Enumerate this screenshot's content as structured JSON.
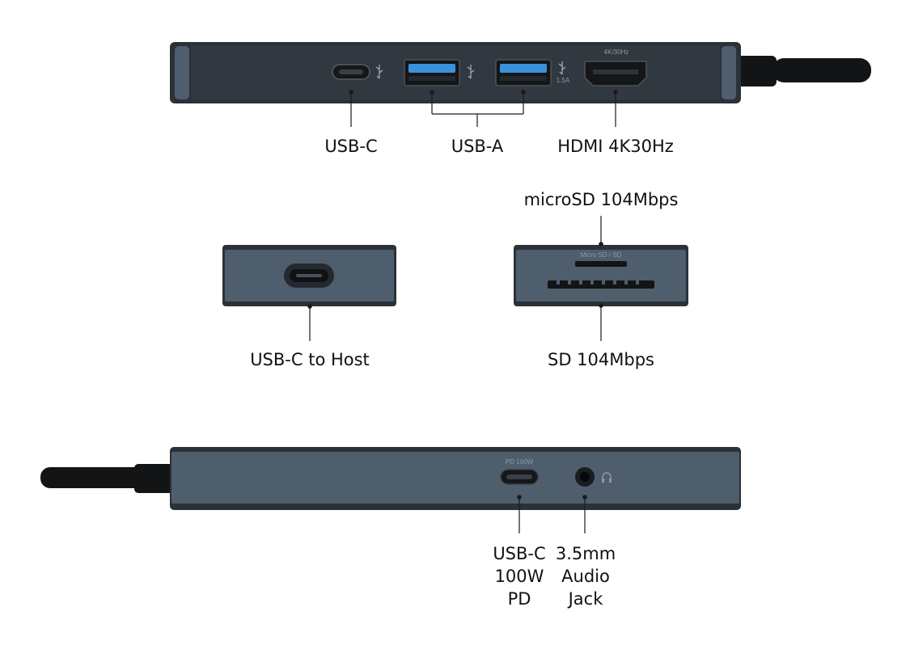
{
  "colors": {
    "body_dark": "#2b3138",
    "body_panel": "#4f5e6d",
    "cable": "#121416",
    "port_blue": "#3b92dc",
    "leader": "#1a1a1a",
    "port_print": "#8d99a6"
  },
  "top_view": {
    "printed": {
      "hdmi_mark": "4K/30Hz",
      "current_mark": "1.5A"
    },
    "icons": [
      "usb-symbol-icon",
      "usb-symbol-icon",
      "usb-symbol-icon"
    ],
    "labels": {
      "usb_c": "USB-C",
      "usb_a": "USB-A",
      "hdmi": "HDMI 4K30Hz"
    }
  },
  "left_end": {
    "label": "USB-C to Host"
  },
  "card_reader_end": {
    "printed": {
      "slot_mark": "Micro SD / SD"
    },
    "labels": {
      "microsd": "microSD 104Mbps",
      "sd": "SD 104Mbps"
    }
  },
  "bottom_view": {
    "printed": {
      "pd_mark": "PD 100W"
    },
    "icons": [
      "headphone-icon"
    ],
    "labels": {
      "usb_c_pd": [
        "USB-C",
        "100W",
        "PD"
      ],
      "audio": [
        "3.5mm",
        "Audio",
        "Jack"
      ]
    }
  }
}
